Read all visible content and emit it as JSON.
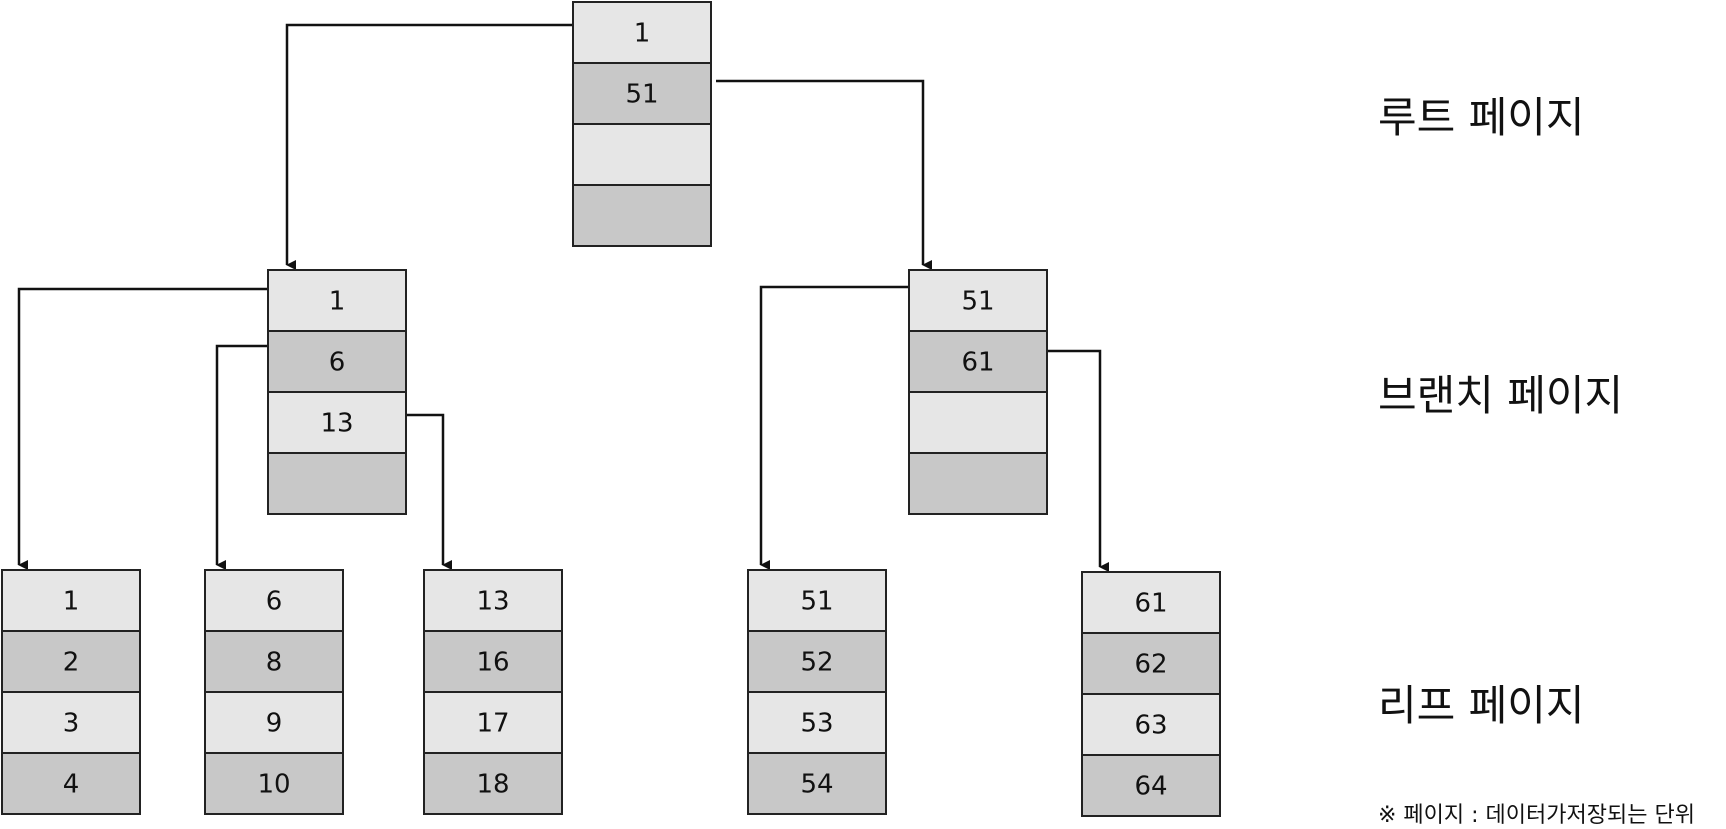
{
  "colors": {
    "light": "#e6e6e6",
    "dark": "#c8c8c8",
    "stroke": "#222222",
    "line": "#111111"
  },
  "root": {
    "keys": [
      "1",
      "51",
      "",
      ""
    ]
  },
  "branches": [
    {
      "keys": [
        "1",
        "6",
        "13",
        ""
      ]
    },
    {
      "keys": [
        "51",
        "61",
        "",
        ""
      ]
    }
  ],
  "leaves": [
    {
      "keys": [
        "1",
        "2",
        "3",
        "4"
      ]
    },
    {
      "keys": [
        "6",
        "8",
        "9",
        "10"
      ]
    },
    {
      "keys": [
        "13",
        "16",
        "17",
        "18"
      ]
    },
    {
      "keys": [
        "51",
        "52",
        "53",
        "54"
      ]
    },
    {
      "keys": [
        "61",
        "62",
        "63",
        "64"
      ]
    }
  ],
  "labels": {
    "root": "루트 페이지",
    "branch": "브랜치 페이지",
    "leaf": "리프 페이지",
    "footnote": "※ 페이지 : 데이터가저장되는 단위"
  }
}
